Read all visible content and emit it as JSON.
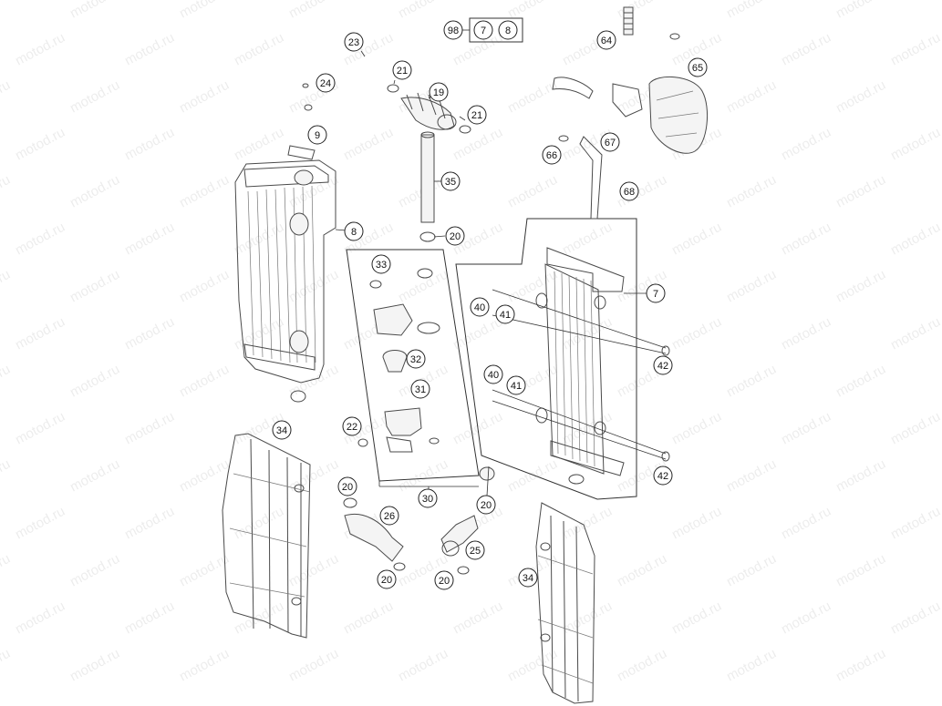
{
  "watermark": {
    "text": "motod.ru"
  },
  "kit": {
    "number": "98",
    "contents": [
      "7",
      "8"
    ]
  },
  "callouts": [
    {
      "id": "c7a",
      "label": "7"
    },
    {
      "id": "c8a",
      "label": "8"
    },
    {
      "id": "c9",
      "label": "9"
    },
    {
      "id": "c19",
      "label": "19"
    },
    {
      "id": "c20a",
      "label": "20"
    },
    {
      "id": "c20b",
      "label": "20"
    },
    {
      "id": "c20c",
      "label": "20"
    },
    {
      "id": "c20d",
      "label": "20"
    },
    {
      "id": "c20e",
      "label": "20"
    },
    {
      "id": "c21a",
      "label": "21"
    },
    {
      "id": "c21b",
      "label": "21"
    },
    {
      "id": "c22",
      "label": "22"
    },
    {
      "id": "c23",
      "label": "23"
    },
    {
      "id": "c24",
      "label": "24"
    },
    {
      "id": "c25",
      "label": "25"
    },
    {
      "id": "c26",
      "label": "26"
    },
    {
      "id": "c30",
      "label": "30"
    },
    {
      "id": "c31",
      "label": "31"
    },
    {
      "id": "c32",
      "label": "32"
    },
    {
      "id": "c33",
      "label": "33"
    },
    {
      "id": "c34a",
      "label": "34"
    },
    {
      "id": "c34b",
      "label": "34"
    },
    {
      "id": "c35",
      "label": "35"
    },
    {
      "id": "c40a",
      "label": "40"
    },
    {
      "id": "c40b",
      "label": "40"
    },
    {
      "id": "c41a",
      "label": "41"
    },
    {
      "id": "c41b",
      "label": "41"
    },
    {
      "id": "c42a",
      "label": "42"
    },
    {
      "id": "c42b",
      "label": "42"
    },
    {
      "id": "c64",
      "label": "64"
    },
    {
      "id": "c65",
      "label": "65"
    },
    {
      "id": "c66",
      "label": "66"
    },
    {
      "id": "c67",
      "label": "67"
    },
    {
      "id": "c68",
      "label": "68"
    }
  ]
}
